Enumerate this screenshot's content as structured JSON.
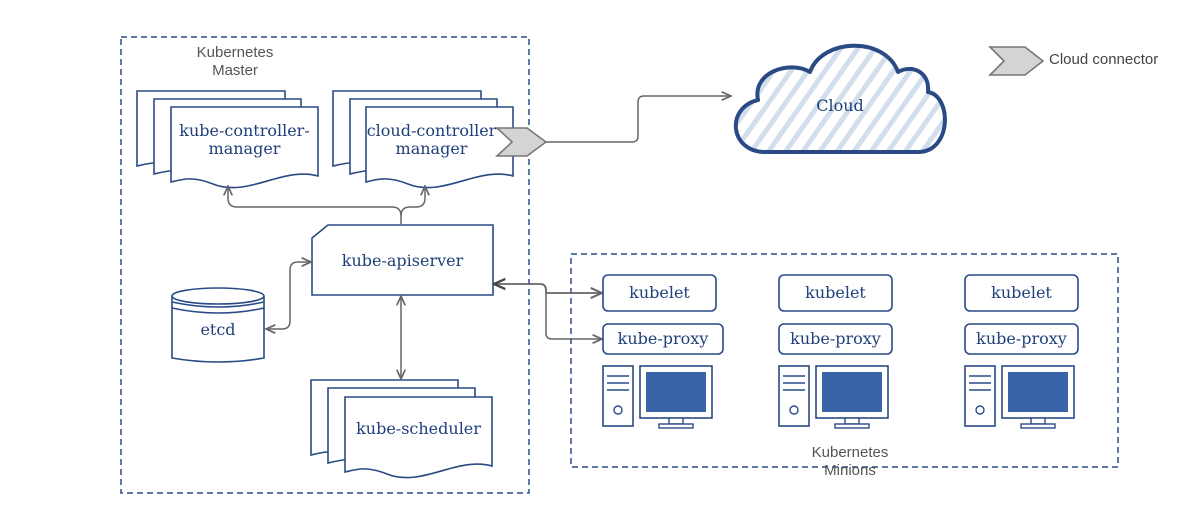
{
  "master": {
    "label": "Kubernetes\nMaster"
  },
  "minions": {
    "label": "Kubernetes\nMinions"
  },
  "legend": {
    "label": "Cloud connector"
  },
  "components": {
    "kcm": {
      "label": "kube-controller-\nmanager"
    },
    "ccm": {
      "label": "cloud-controller\nmanager"
    },
    "apiserver": {
      "label": "kube-apiserver"
    },
    "etcd": {
      "label": "etcd"
    },
    "scheduler": {
      "label": "kube-scheduler"
    },
    "cloud": {
      "label": "Cloud"
    }
  },
  "nodes": [
    {
      "kubelet": "kubelet",
      "proxy": "kube-proxy"
    },
    {
      "kubelet": "kubelet",
      "proxy": "kube-proxy"
    },
    {
      "kubelet": "kubelet",
      "proxy": "kube-proxy"
    }
  ],
  "colors": {
    "node_stroke": "#2a4a86",
    "node_text": "#1f3f7a",
    "connector": "#666666",
    "monitor": "#3b63a8",
    "cloud_hatch": "#c9d6e8"
  }
}
